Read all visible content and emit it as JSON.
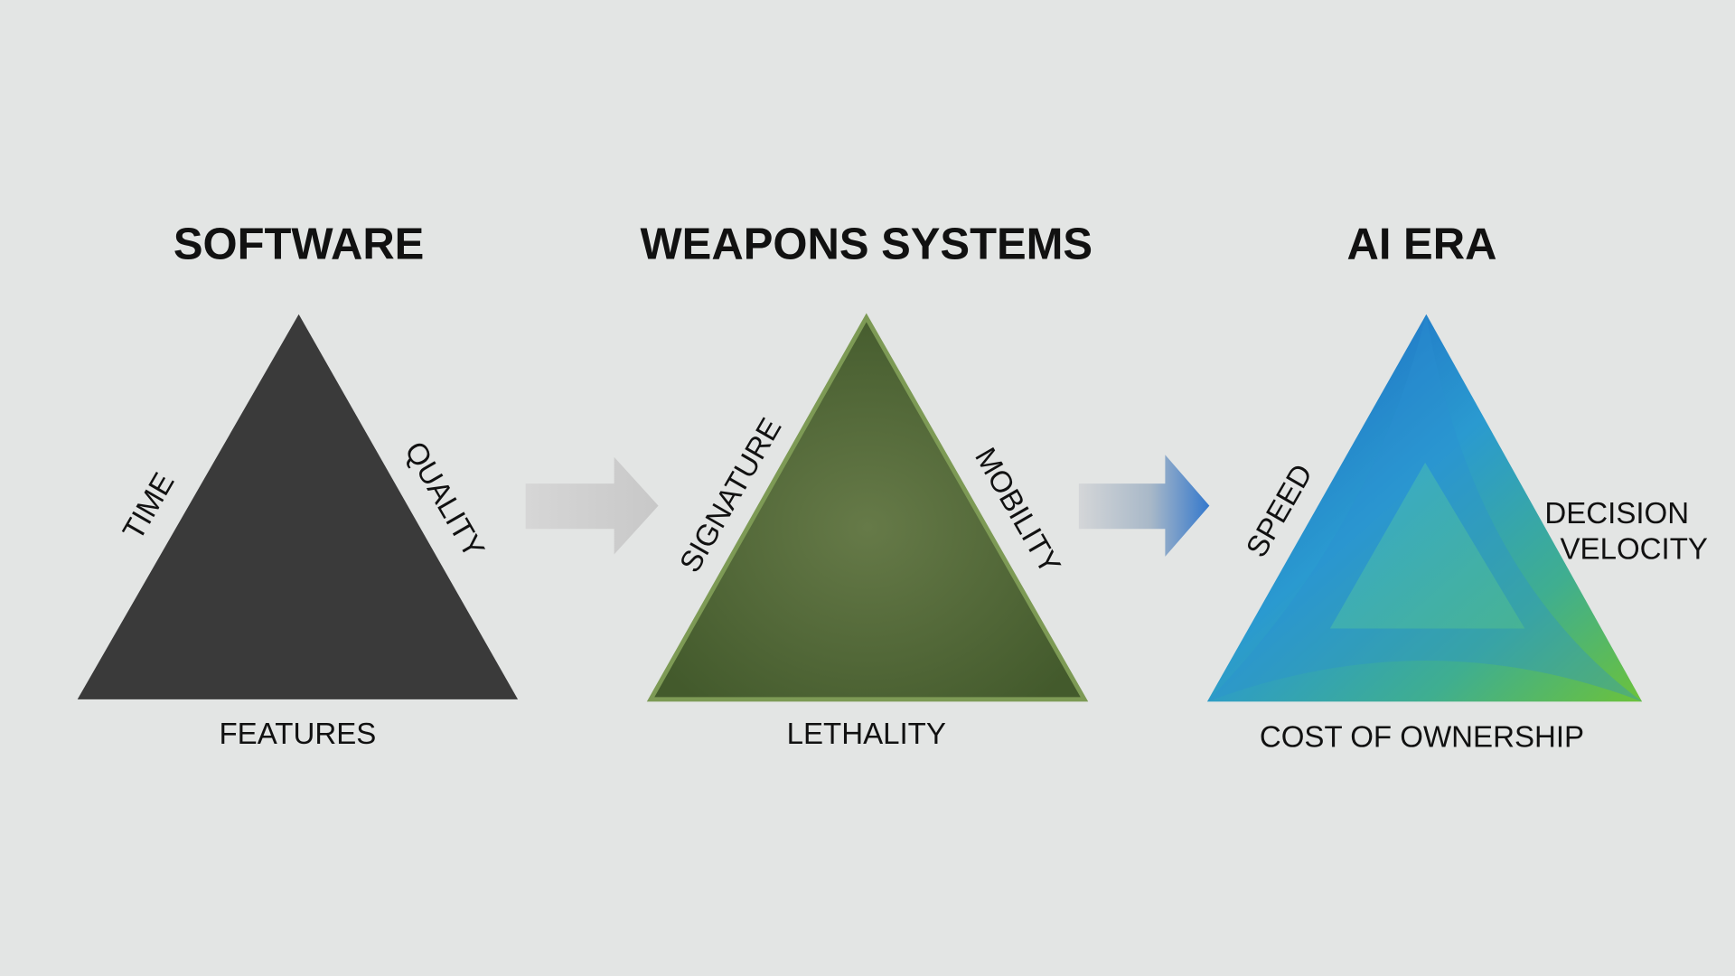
{
  "panels": [
    {
      "title": "SOFTWARE",
      "left": "TIME",
      "right": "QUALITY",
      "bottom": "FEATURES"
    },
    {
      "title": "WEAPONS SYSTEMS",
      "left": "SIGNATURE",
      "right": "MOBILITY",
      "bottom": "LETHALITY"
    },
    {
      "title": "AI ERA",
      "left": "SPEED",
      "right_line1": "DECISION",
      "right_line2": "VELOCITY",
      "bottom": "COST OF OWNERSHIP"
    }
  ],
  "colors": {
    "background": "#e3e5e4",
    "software": "#3a3a3a",
    "weapons": "#556a3a",
    "ai_blue": "#1f6fc8",
    "ai_green": "#62b83a"
  }
}
